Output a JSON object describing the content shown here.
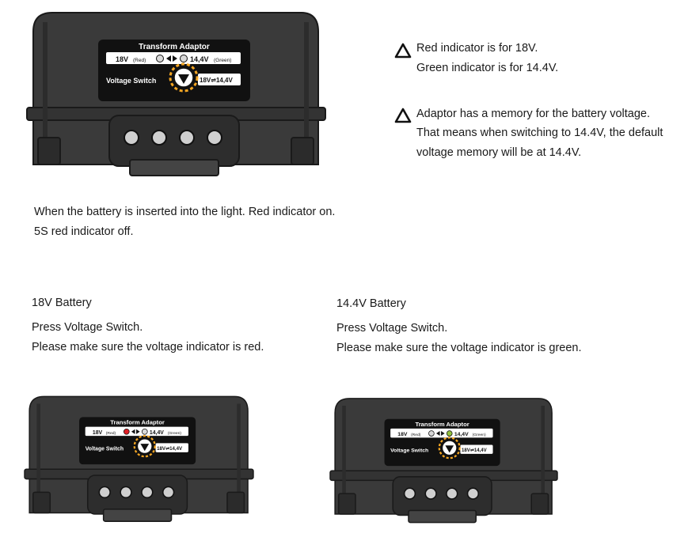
{
  "adaptor_label": {
    "title": "Transform Adaptor",
    "v18": "18V",
    "red": "(Red)",
    "v144": "14,4V",
    "green": "(Green)",
    "switch": "Voltage Switch",
    "combo": "18V⇌14,4V"
  },
  "notes": {
    "note1_line1": "Red indicator is for 18V.",
    "note1_line2": "Green indicator is for 14.4V.",
    "note2_line1": "Adaptor has a memory for the battery voltage.",
    "note2_line2": "That means when switching to 14.4V, the default",
    "note2_line3": "voltage memory will be at 14.4V."
  },
  "insert_text": {
    "line1": "When the battery is inserted into the light.  Red indicator on.",
    "line2": "5S red indicator off."
  },
  "battery_18v": {
    "heading": "18V Battery",
    "line1": "Press Voltage Switch.",
    "line2": "Please make sure the voltage indicator is red.",
    "indicator_color": "#e01f26"
  },
  "battery_14v": {
    "heading": "14.4V Battery",
    "line1": "Press Voltage Switch.",
    "line2": "Please make sure the voltage indicator is green.",
    "indicator_color": "#93c13d"
  },
  "colors": {
    "body": "#3a3a3a",
    "panel": "#111111",
    "accent_orange": "#f5a623"
  },
  "icons": [
    "warning-triangle-icon",
    "voltage-switch-button-icon"
  ]
}
